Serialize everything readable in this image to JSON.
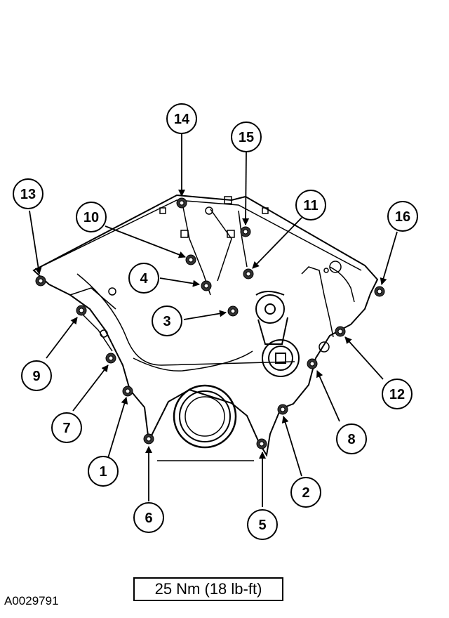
{
  "figure_id": "A0029791",
  "torque_spec": "25 Nm (18 lb-ft)",
  "callouts": [
    "1",
    "2",
    "3",
    "4",
    "5",
    "6",
    "7",
    "8",
    "9",
    "10",
    "11",
    "12",
    "13",
    "14",
    "15",
    "16"
  ]
}
